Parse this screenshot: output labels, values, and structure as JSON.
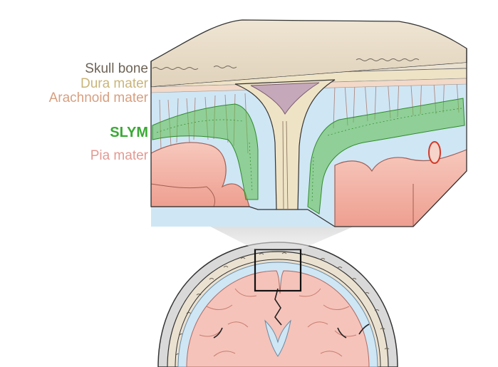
{
  "labels": {
    "skull_bone": "Skull bone",
    "dura_mater": "Dura mater",
    "arachnoid_mater": "Arachnoid mater",
    "slym": "SLYM",
    "pia_mater": "Pia mater"
  },
  "colors": {
    "skull_bone": "#6d6356",
    "dura_mater": "#c9b57a",
    "arachnoid_mater": "#d79f80",
    "slym": "#3aa935",
    "pia_mater": "#e29a92",
    "bone_fill": "#ebe1d0",
    "brain_fill": "#f5c3ba",
    "csf_fill": "#cfe6f5"
  }
}
